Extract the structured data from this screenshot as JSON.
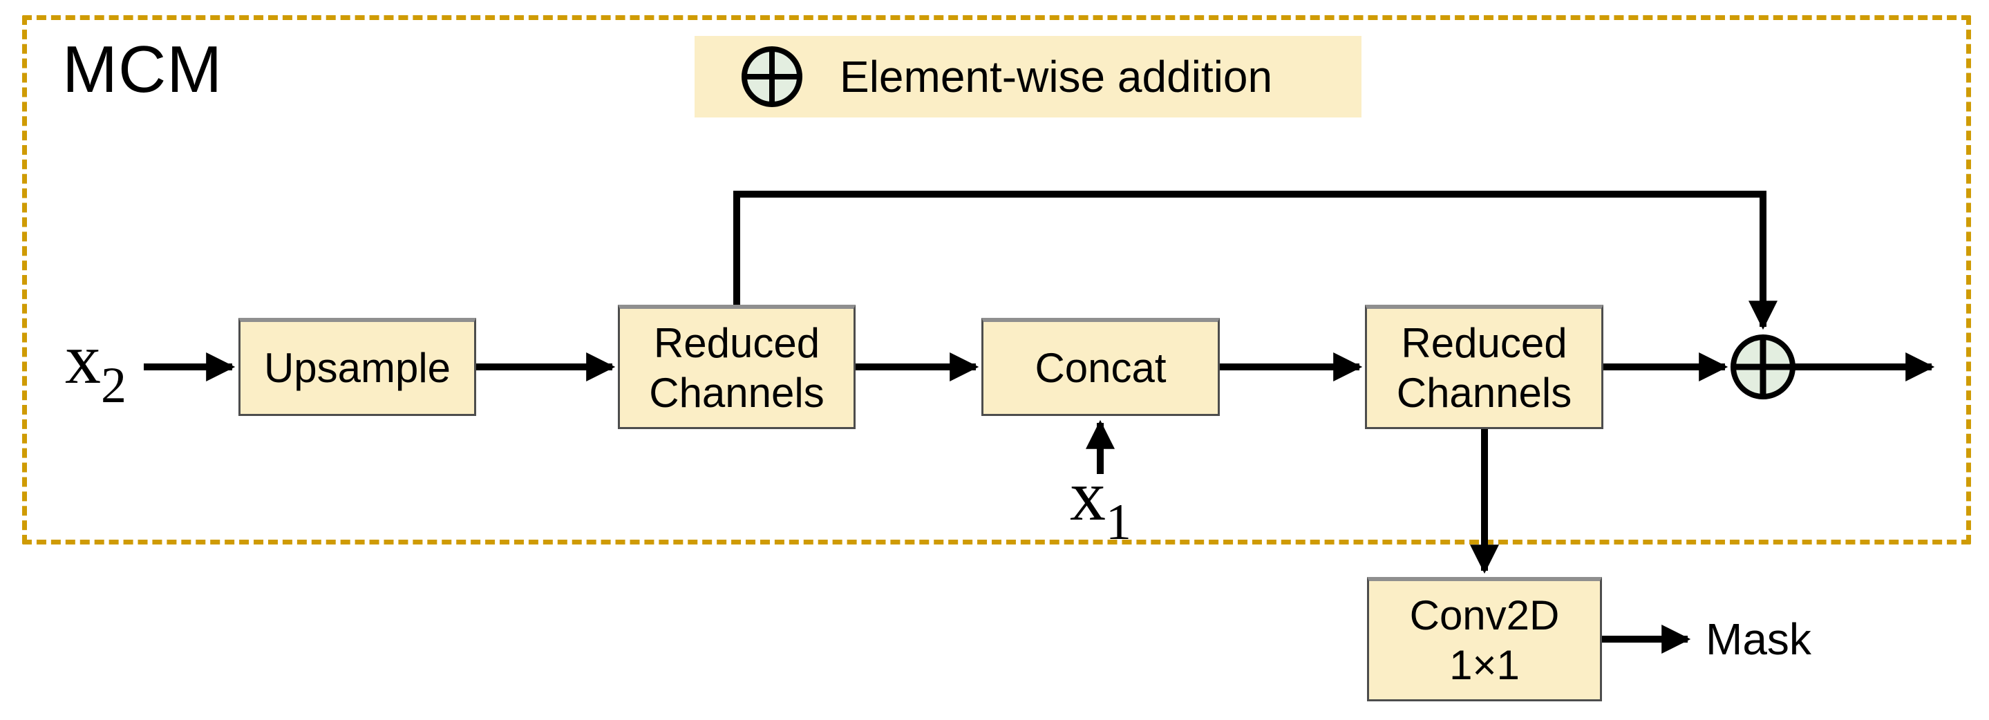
{
  "diagram": {
    "module": {
      "label": "MCM"
    },
    "legend": {
      "icon": "plus-circle-icon",
      "label": "Element-wise addition"
    },
    "nodes": {
      "upsample": {
        "label": "Upsample"
      },
      "reduced_channels_1": {
        "line1": "Reduced",
        "line2": "Channels"
      },
      "concat": {
        "label": "Concat"
      },
      "reduced_channels_2": {
        "line1": "Reduced",
        "line2": "Channels"
      },
      "conv2d": {
        "line1": "Conv2D",
        "line2": "1×1"
      }
    },
    "operations": {
      "addition_symbol": "plus-circle-icon"
    },
    "inputs": {
      "x2": {
        "base": "x",
        "sub": "2"
      },
      "x1": {
        "base": "x",
        "sub": "1"
      }
    },
    "output": {
      "mask": "Mask"
    },
    "colors": {
      "box_fill": "#FBEEC6",
      "box_border": "#4D4D4D",
      "legend_fill": "#FBEEC6",
      "addition_fill": "#E3EEE0",
      "boundary": "#CF9B04",
      "arrow": "#000000"
    }
  }
}
